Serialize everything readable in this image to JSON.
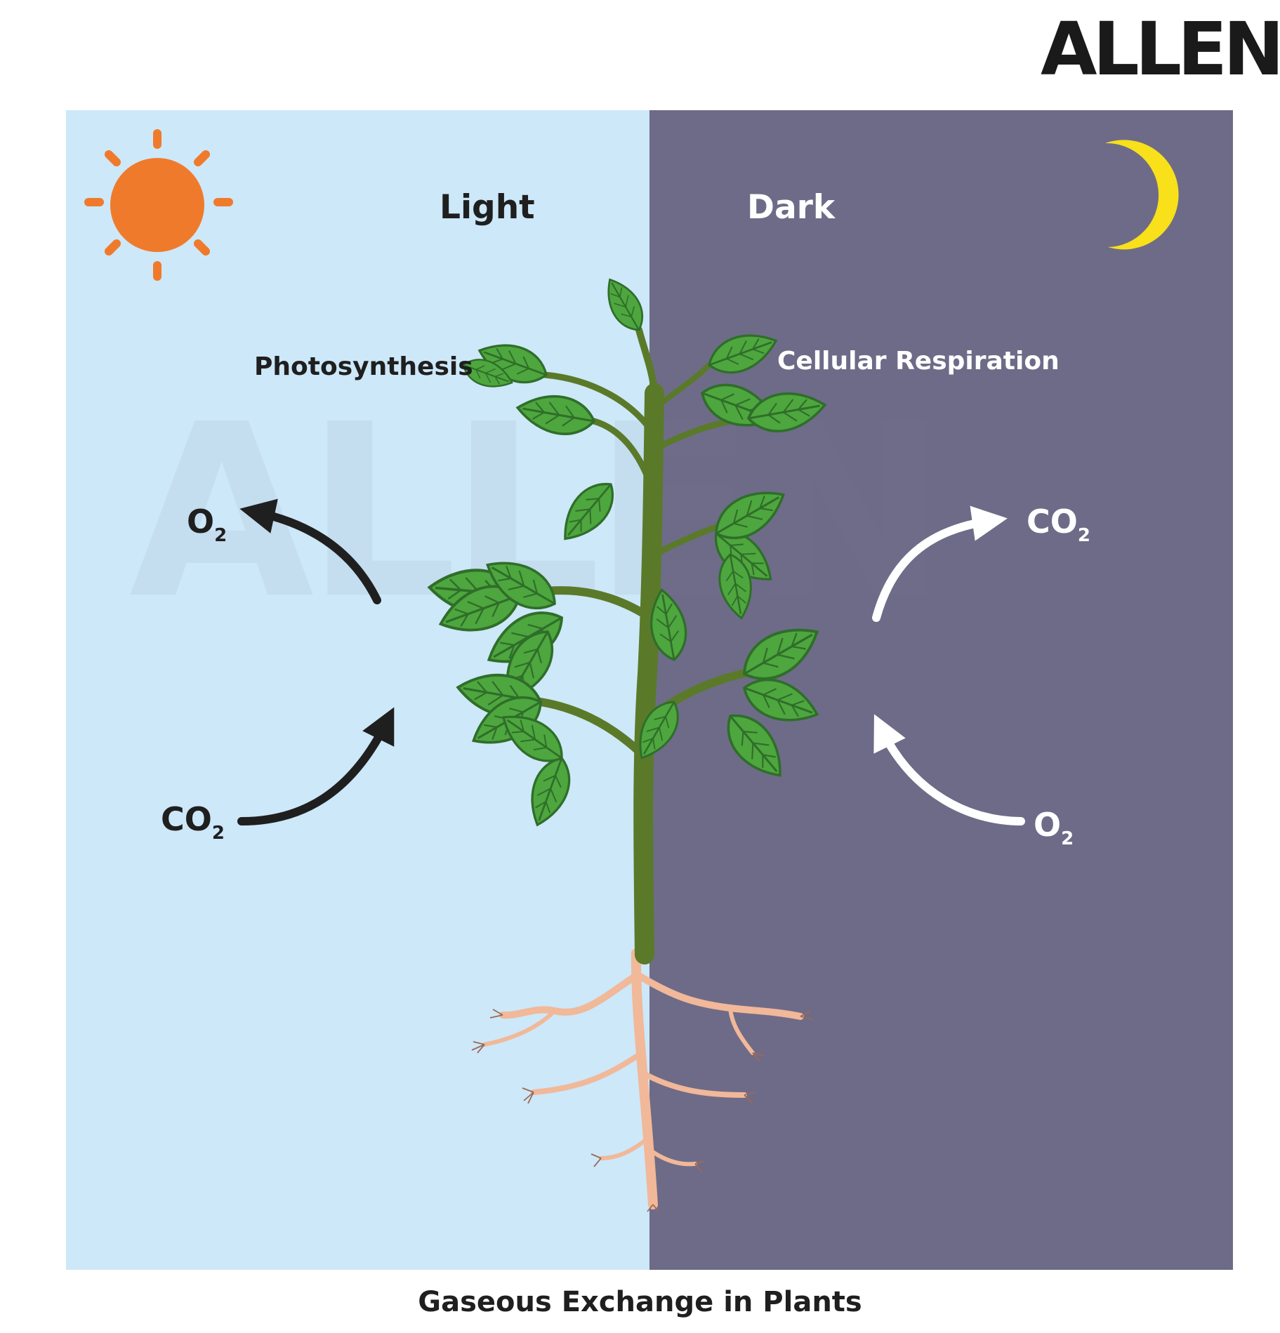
{
  "logo": {
    "text": "ALLEN"
  },
  "watermark": {
    "text": "ALLEN"
  },
  "panels": {
    "light": {
      "heading": "Light",
      "process": "Photosynthesis",
      "background": "#cde8f8"
    },
    "dark": {
      "heading": "Dark",
      "process": "Cellular Respiration",
      "background": "#6e6b88"
    }
  },
  "gases": {
    "light_out": {
      "main": "O",
      "sub": "2"
    },
    "light_in": {
      "main": "CO",
      "sub": "2"
    },
    "dark_out": {
      "main": "CO",
      "sub": "2"
    },
    "dark_in": {
      "main": "O",
      "sub": "2"
    }
  },
  "icons": {
    "day": "sun-icon",
    "night": "moon-icon"
  },
  "colors": {
    "sun": "#f07a2c",
    "moon": "#f8e01a",
    "leaf": "#4ea63e",
    "stem": "#5a7a2a",
    "root": "#f1b899",
    "arrow_light": "#1f1f1f",
    "arrow_dark": "#ffffff"
  },
  "caption": "Gaseous Exchange in Plants"
}
